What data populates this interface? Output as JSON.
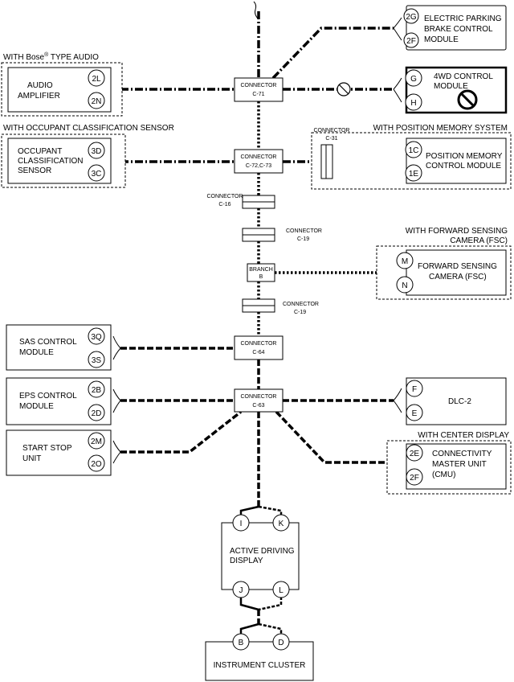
{
  "top_right_module": {
    "line1": "ELECTRIC PARKING",
    "line2": "BRAKE CONTROL",
    "line3": "MODULE",
    "pin_a": "2G",
    "pin_b": "2F"
  },
  "audio_group": {
    "caption_pre": "WITH Bose",
    "caption_mark": "®",
    "caption_post": " TYPE AUDIO",
    "line1": "AUDIO",
    "line2": "AMPLIFIER",
    "pin_a": "2L",
    "pin_b": "2N"
  },
  "connector_c71": {
    "line1": "CONNECTOR",
    "line2": "C-71"
  },
  "fourwd_module": {
    "line1": "4WD CONTROL",
    "line2": "MODULE",
    "pin_a": "G",
    "pin_b": "H"
  },
  "occupant_group": {
    "caption": "WITH OCCUPANT CLASSIFICATION SENSOR",
    "line1": "OCCUPANT",
    "line2": "CLASSIFICATION",
    "line3": "SENSOR",
    "pin_a": "3D",
    "pin_b": "3C"
  },
  "connector_c72": {
    "line1": "CONNECTOR",
    "line2": "C-72,C-73"
  },
  "position_group": {
    "caption": "WITH POSITION MEMORY SYSTEM",
    "conn_line1": "CONNECTOR",
    "conn_line2": "C-31",
    "line1": "POSITION MEMORY",
    "line2": "CONTROL MODULE",
    "pin_a": "1C",
    "pin_b": "1E"
  },
  "connector_c16": {
    "line1": "CONNECTOR",
    "line2": "C-16"
  },
  "connector_c19_upper": {
    "line1": "CONNECTOR",
    "line2": "C-19"
  },
  "camera_group": {
    "caption_line1": "WITH FORWARD SENSING",
    "caption_line2": "CAMERA (FSC)",
    "line1": "FORWARD SENSING",
    "line2": "CAMERA (FSC)",
    "pin_a": "M",
    "pin_b": "N"
  },
  "branch_b": {
    "line1": "BRANCH",
    "line2": "B"
  },
  "connector_c19_lower": {
    "line1": "CONNECTOR",
    "line2": "C-19"
  },
  "sas_module": {
    "line1": "SAS CONTROL",
    "line2": "MODULE",
    "pin_a": "3Q",
    "pin_b": "3S"
  },
  "connector_c64": {
    "line1": "CONNECTOR",
    "line2": "C-64"
  },
  "eps_module": {
    "line1": "EPS CONTROL",
    "line2": "MODULE",
    "pin_a": "2B",
    "pin_b": "2D"
  },
  "connector_c63": {
    "line1": "CONNECTOR",
    "line2": "C-63"
  },
  "dlc_module": {
    "line1": "DLC-2",
    "pin_a": "F",
    "pin_b": "E"
  },
  "startstop_module": {
    "line1": "START STOP",
    "line2": "UNIT",
    "pin_a": "2M",
    "pin_b": "2O"
  },
  "cmu_group": {
    "caption": "WITH CENTER DISPLAY",
    "line1": "CONNECTIVITY",
    "line2": "MASTER UNIT",
    "line3": "(CMU)",
    "pin_a": "2E",
    "pin_b": "2F"
  },
  "active_display": {
    "line1": "ACTIVE DRIVING",
    "line2": "DISPLAY",
    "pin_i": "I",
    "pin_k": "K",
    "pin_j": "J",
    "pin_l": "L"
  },
  "instrument_cluster": {
    "line1": "INSTRUMENT CLUSTER",
    "pin_b": "B",
    "pin_d": "D"
  }
}
